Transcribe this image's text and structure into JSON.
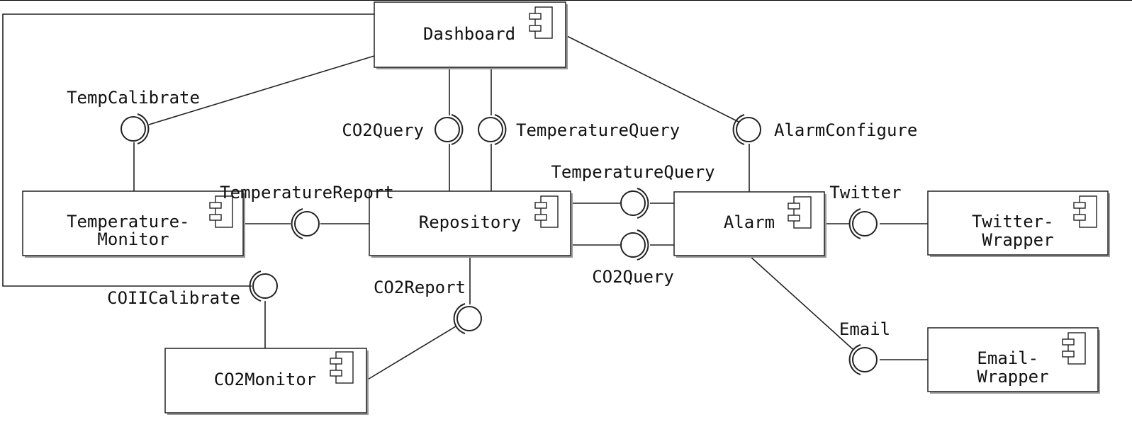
{
  "components": {
    "dashboard": "Dashboard",
    "temperature_monitor": [
      "Temperature-",
      "Monitor"
    ],
    "repository": "Repository",
    "alarm": "Alarm",
    "twitter_wrapper": [
      "Twitter-",
      "Wrapper"
    ],
    "co2_monitor": "CO2Monitor",
    "email_wrapper": [
      "Email-",
      "Wrapper"
    ]
  },
  "interfaces": {
    "temp_calibrate": "TempCalibrate",
    "co2_query_dashboard": "CO2Query",
    "temperature_query_dashboard": "TemperatureQuery",
    "alarm_configure": "AlarmConfigure",
    "temperature_report": "TemperatureReport",
    "temperature_query_alarm": "TemperatureQuery",
    "twitter": "Twitter",
    "co2_query_alarm": "CO2Query",
    "coii_calibrate": "COIICalibrate",
    "co2_report": "CO2Report",
    "email": "Email"
  },
  "colors": {
    "line": "#222222",
    "shadow": "#9a9a9a",
    "background": "#ffffff"
  }
}
